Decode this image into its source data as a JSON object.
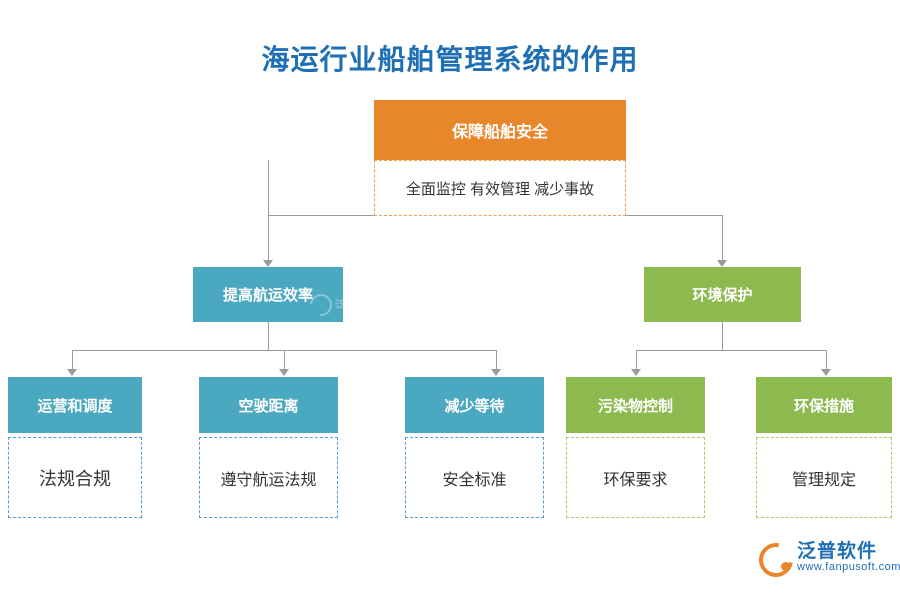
{
  "page": {
    "title": "海运行业船舶管理系统的作用"
  },
  "nodes": {
    "root": {
      "label": "保障船舶安全",
      "desc": "全面监控 有效管理 减少事故",
      "color": "#e8862b"
    },
    "level2": [
      {
        "label": "提高航运效率",
        "color": "#4aa8c0"
      },
      {
        "label": "环境保护",
        "color": "#8cba4e"
      }
    ],
    "level3": [
      {
        "label": "运营和调度",
        "desc": "法规合规",
        "color": "#4aa8c0"
      },
      {
        "label": "空驶距离",
        "desc": "遵守航运法规",
        "color": "#4aa8c0"
      },
      {
        "label": "减少等待",
        "desc": "安全标准",
        "color": "#4aa8c0"
      },
      {
        "label": "污染物控制",
        "desc": "环保要求",
        "color": "#8cba4e"
      },
      {
        "label": "环保措施",
        "desc": "管理规定",
        "color": "#8cba4e"
      }
    ]
  },
  "watermark": {
    "center_text": "泛普软件",
    "brand_cn": "泛普软件",
    "brand_en": "www.fanpusoft.com"
  }
}
